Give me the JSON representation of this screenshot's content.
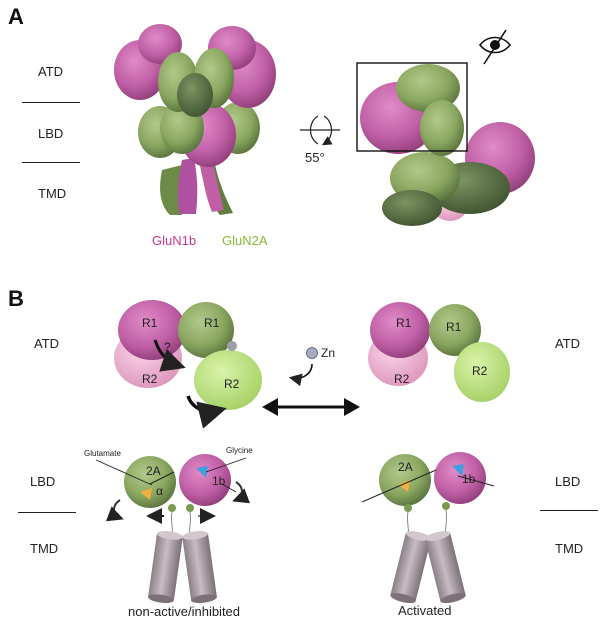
{
  "panelA": {
    "letter": "A",
    "labels": [
      "ATD",
      "LBD",
      "TMD"
    ],
    "rotation": "55°",
    "legend": [
      {
        "text": "GluN1b",
        "color": "#c4388f"
      },
      {
        "text": "GluN2A",
        "color": "#8ab83a"
      }
    ]
  },
  "panelB": {
    "letter": "B",
    "left_labels": [
      "ATD",
      "LBD",
      "TMD"
    ],
    "right_labels": [
      "ATD",
      "LBD",
      "TMD"
    ],
    "atd_left": {
      "r1_pink": "R1",
      "r2_pink": "R2",
      "r1_green": "R1",
      "r2_green": "R2",
      "question": "?"
    },
    "atd_right": {
      "r1_pink": "R1",
      "r2_pink": "R2",
      "r1_green": "R1",
      "r2_green": "R2"
    },
    "zn": "Zn",
    "lbd_left": {
      "glutamate": "Glutamate",
      "glycine": "Glycine",
      "s2a": "2A",
      "alpha": "α",
      "s1b": "1b"
    },
    "lbd_right": {
      "s2a": "2A",
      "s1b": "1b"
    },
    "state_left": "non-active/inhibited",
    "state_right": "Activated"
  },
  "colors": {
    "pink": "#c05fa6",
    "pink_dark": "#9e3f86",
    "pink_light": "#e7a8c8",
    "green": "#8fae63",
    "green_dark": "#5f7843",
    "green_light": "#b8df78",
    "grey": "#a99aa3"
  }
}
